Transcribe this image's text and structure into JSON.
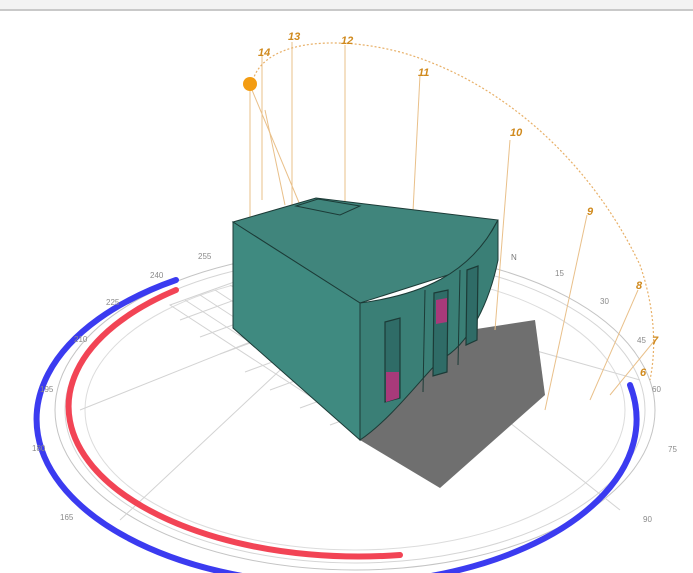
{
  "viewport": {
    "hour_labels": [
      "14",
      "13",
      "12",
      "11",
      "10",
      "9",
      "8",
      "7",
      "6"
    ],
    "compass": {
      "north": "N"
    },
    "azimuth_labels": [
      "255",
      "240",
      "225",
      "210",
      "195",
      "180",
      "165",
      "15",
      "30",
      "45",
      "60",
      "75",
      "90"
    ],
    "colors": {
      "background": "#ffffff",
      "building": "#3e8a80",
      "building_edge": "#1c3b37",
      "window_glass": "#2f6c67",
      "window_highlight": "#a83a7a",
      "sun": "#f39c12",
      "sun_path": "#e8b068",
      "winter_arc": "#3b3bf0",
      "summer_arc": "#f24455",
      "shadow": "#707070",
      "ground_grid": "#cfcfcf",
      "compass_ring": "#b5b5b5"
    },
    "icons": {
      "sun": "sun-icon"
    }
  }
}
